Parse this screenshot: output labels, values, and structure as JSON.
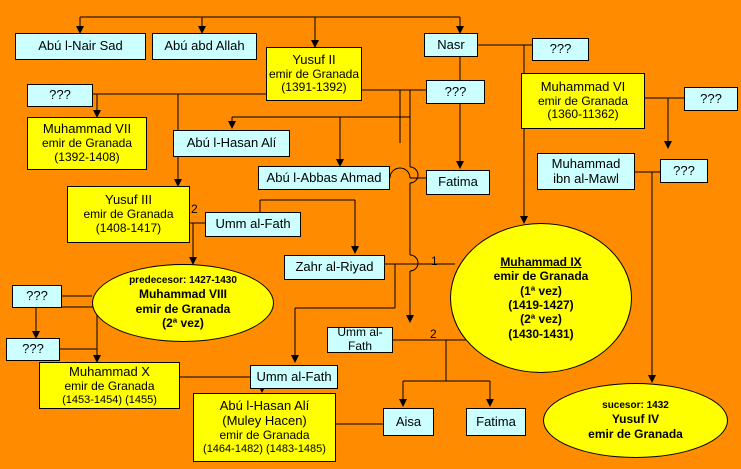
{
  "people": {
    "abul_nair_sad": "Abú l-Nair Sad",
    "abu_abd_allah": "Abú abd Allah",
    "yusuf2": {
      "name": "Yusuf II",
      "title": "emir de Granada",
      "years": "(1391-1392)"
    },
    "nasr": "Nasr",
    "muhammad6": {
      "name": "Muhammad VI",
      "title": "emir de Granada",
      "years": "(1360-11362)"
    },
    "muhammad7": {
      "name": "Muhammad VII",
      "title": "emir de Granada",
      "years": "(1392-1408)"
    },
    "abul_hasan_ali_1": "Abú l-Hasan Alí",
    "abul_abbas_ahmad": "Abú l-Abbas Ahmad",
    "fatima_1": "Fatima",
    "muhammad_ibn_al_mawl": {
      "line1": "Muhammad",
      "line2": "ibn al-Mawl"
    },
    "yusuf3": {
      "name": "Yusuf III",
      "title": "emir de Granada",
      "years": "(1408-1417)"
    },
    "umm_al_fath_1": "Umm al-Fath",
    "zahr_al_riyad": "Zahr al-Riyad",
    "muhammad9": {
      "name": "Muhammad IX",
      "title": "emir de Granada",
      "v1": "(1ª vez)",
      "y1": "(1419-1427)",
      "v2": "(2ª vez)",
      "y2": "(1430-1431)"
    },
    "muhammad8": {
      "pre": "predecesor: 1427-1430",
      "name": "Muhammad VIII",
      "title": "emir de Granada",
      "v": "(2ª vez)"
    },
    "umm_al_fath_2": "Umm al-Fath",
    "muhammad10": {
      "name": "Muhammad X",
      "title": "emir de Granada",
      "years": "(1453-1454) (1455)"
    },
    "umm_al_fath_3": "Umm al-Fath",
    "abul_hasan_ali_2": {
      "name": "Abú l-Hasan Alí",
      "alias": "(Muley Hacen)",
      "title": "emir de Granada",
      "years": "(1464-1482) (1483-1485)"
    },
    "aisa": "Aisa",
    "fatima_2": "Fatima",
    "yusuf4": {
      "pre": "sucesor: 1432",
      "name": "Yusuf IV",
      "title": "emir de Granada"
    }
  },
  "unknown": "???",
  "marriage_numbers": {
    "n2_yusuf3": "2",
    "n1_muhammad9": "1",
    "n2_muhammad9": "2"
  },
  "colors": {
    "background": "#FF8C00",
    "person_box": "#CCFFFF",
    "emir_box": "#FFFF00",
    "line": "#000000"
  }
}
